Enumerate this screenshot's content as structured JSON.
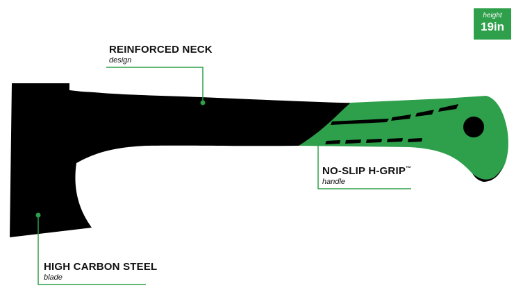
{
  "height_badge": {
    "label": "height",
    "value": "19in"
  },
  "callouts": {
    "neck": {
      "title": "REINFORCED NECK",
      "subtitle": "design"
    },
    "grip": {
      "title": "NO-SLIP H-GRIP",
      "trademark": "™",
      "subtitle": "handle"
    },
    "blade": {
      "title": "HIGH CARBON STEEL",
      "subtitle": "blade"
    }
  },
  "colors": {
    "axe_body": "#000000",
    "grip": "#2e9f4a",
    "accent": "#2e9f4a",
    "text": "#111111"
  }
}
